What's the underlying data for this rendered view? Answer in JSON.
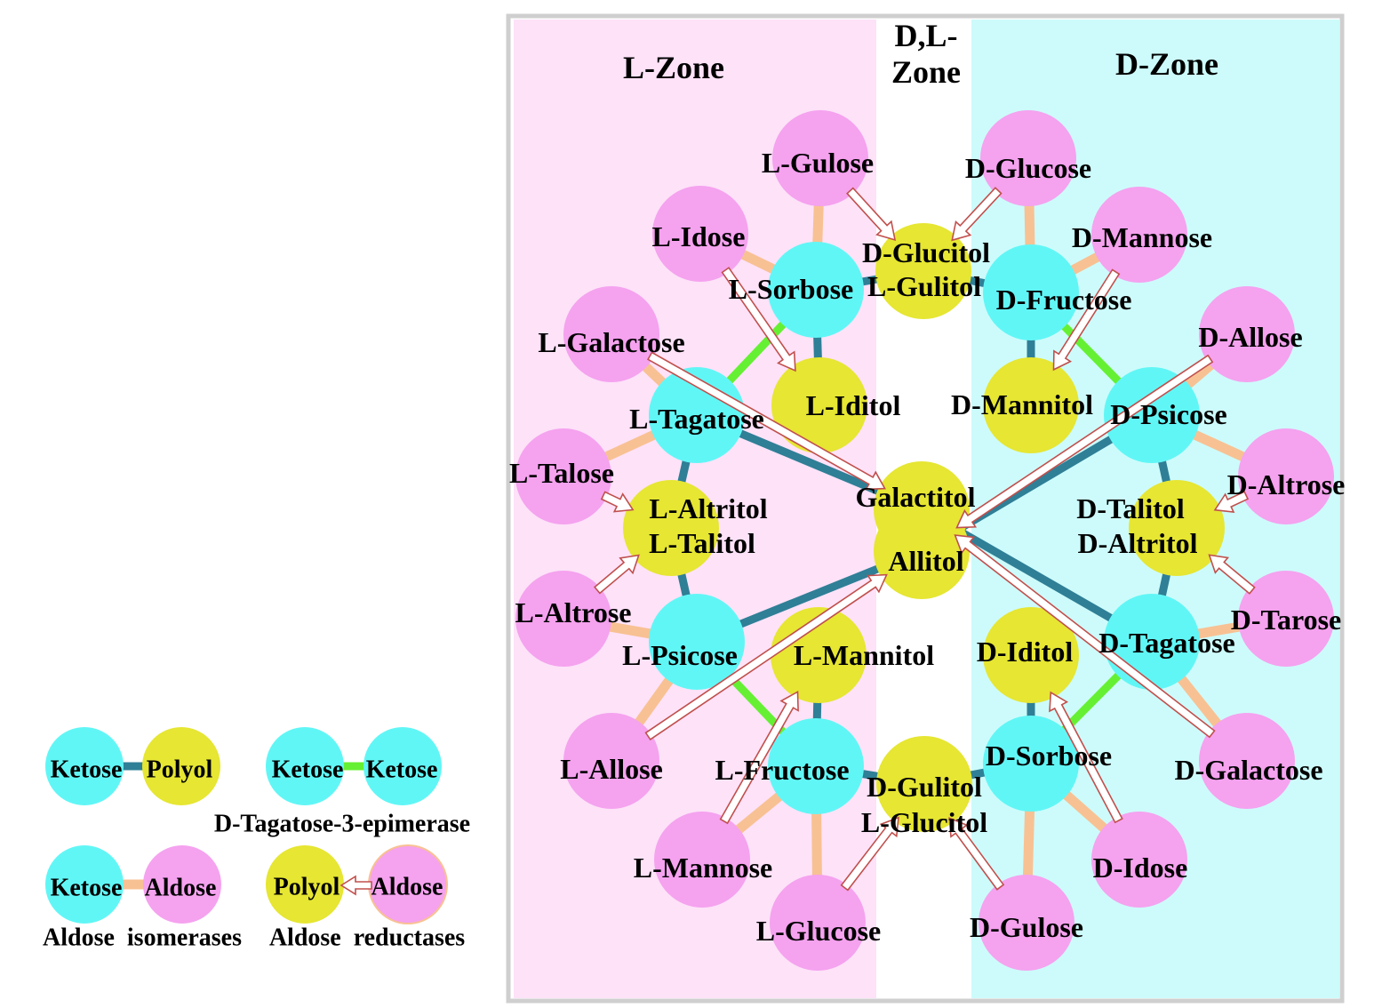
{
  "zones": {
    "l_zone": "L-Zone",
    "dl_zone": [
      "D,L-",
      "Zone"
    ],
    "d_zone": "D-Zone"
  },
  "diagram": {
    "colors": {
      "aldose": "#f5a2ef",
      "ketose": "#61f6f6",
      "polyol": "#e6e633",
      "l_zone": "#fde2f8",
      "d_zone": "#cdfbfb",
      "frame": "#cfcfcf",
      "ketose_polyol": "#2f7f96",
      "epimerase": "#66f033",
      "isomerase": "#f8c193",
      "reductase": "#c0504d"
    },
    "aldoses": [
      "L-Gulose",
      "L-Idose",
      "L-Galactose",
      "L-Talose",
      "L-Altrose",
      "L-Allose",
      "L-Mannose",
      "L-Glucose",
      "D-Glucose",
      "D-Mannose",
      "D-Allose",
      "D-Altrose",
      "D-Tarose",
      "D-Galactose",
      "D-Idose",
      "D-Gulose"
    ],
    "ketoses": [
      "L-Sorbose",
      "D-Fructose",
      "L-Tagatose",
      "D-Psicose",
      "L-Psicose",
      "D-Tagatose",
      "L-Fructose",
      "D-Sorbose"
    ],
    "polyols": [
      [
        "D-Glucitol",
        "L-Gulitol"
      ],
      [
        "L-Iditol"
      ],
      [
        "D-Mannitol"
      ],
      [
        "L-Altritol",
        "L-Talitol"
      ],
      [
        "Galactitol"
      ],
      [
        "Allitol"
      ],
      [
        "D-Talitol",
        "D-Altritol"
      ],
      [
        "L-Mannitol"
      ],
      [
        "D-Iditol"
      ],
      [
        "D-Gulitol",
        "L-Glucitol"
      ]
    ],
    "ketose_polyol_edges": [
      [
        "L-Sorbose",
        "D-Glucitol"
      ],
      [
        "L-Sorbose",
        "L-Iditol"
      ],
      [
        "D-Fructose",
        "D-Glucitol"
      ],
      [
        "D-Fructose",
        "D-Mannitol"
      ],
      [
        "L-Tagatose",
        "L-Altritol"
      ],
      [
        "L-Tagatose",
        "Galactitol"
      ],
      [
        "D-Psicose",
        "D-Talitol"
      ],
      [
        "D-Psicose",
        "Allitol"
      ],
      [
        "L-Psicose",
        "L-Altritol"
      ],
      [
        "L-Psicose",
        "Allitol"
      ],
      [
        "D-Tagatose",
        "D-Talitol"
      ],
      [
        "D-Tagatose",
        "Galactitol"
      ],
      [
        "L-Fructose",
        "L-Mannitol"
      ],
      [
        "L-Fructose",
        "D-Gulitol"
      ],
      [
        "D-Sorbose",
        "D-Iditol"
      ],
      [
        "D-Sorbose",
        "D-Gulitol"
      ]
    ],
    "epimerase_edges": [
      [
        "L-Sorbose",
        "L-Tagatose"
      ],
      [
        "D-Fructose",
        "D-Psicose"
      ],
      [
        "L-Psicose",
        "L-Fructose"
      ],
      [
        "D-Tagatose",
        "D-Sorbose"
      ]
    ],
    "isomerase_edges": [
      [
        "L-Sorbose",
        "L-Gulose"
      ],
      [
        "L-Sorbose",
        "L-Idose"
      ],
      [
        "D-Fructose",
        "D-Glucose"
      ],
      [
        "D-Fructose",
        "D-Mannose"
      ],
      [
        "L-Tagatose",
        "L-Galactose"
      ],
      [
        "L-Tagatose",
        "L-Talose"
      ],
      [
        "D-Psicose",
        "D-Allose"
      ],
      [
        "D-Psicose",
        "D-Altrose"
      ],
      [
        "L-Psicose",
        "L-Altrose"
      ],
      [
        "L-Psicose",
        "L-Allose"
      ],
      [
        "D-Tagatose",
        "D-Tarose"
      ],
      [
        "D-Tagatose",
        "D-Galactose"
      ],
      [
        "L-Fructose",
        "L-Mannose"
      ],
      [
        "L-Fructose",
        "L-Glucose"
      ],
      [
        "D-Sorbose",
        "D-Idose"
      ],
      [
        "D-Sorbose",
        "D-Gulose"
      ]
    ],
    "reductase_arrows": [
      [
        "L-Gulose",
        "D-Glucitol"
      ],
      [
        "D-Glucose",
        "D-Glucitol"
      ],
      [
        "L-Idose",
        "L-Iditol"
      ],
      [
        "D-Mannose",
        "D-Mannitol"
      ],
      [
        "L-Galactose",
        "Galactitol"
      ],
      [
        "D-Allose",
        "Allitol"
      ],
      [
        "L-Talose",
        "L-Altritol"
      ],
      [
        "D-Altrose",
        "D-Talitol"
      ],
      [
        "L-Altrose",
        "L-Altritol"
      ],
      [
        "D-Tarose",
        "D-Talitol"
      ],
      [
        "L-Allose",
        "Allitol"
      ],
      [
        "D-Galactose",
        "Galactitol"
      ],
      [
        "L-Mannose",
        "L-Mannitol"
      ],
      [
        "D-Idose",
        "D-Iditol"
      ],
      [
        "L-Glucose",
        "D-Gulitol"
      ],
      [
        "D-Gulose",
        "D-Gulitol"
      ]
    ]
  },
  "legend": {
    "ketose_polyol": {
      "left": "Ketose",
      "right": "Polyol"
    },
    "epimerase": {
      "left": "Ketose",
      "right": "Ketose",
      "caption": "D-Tagatose-3-epimerase"
    },
    "isomerase": {
      "left": "Ketose",
      "right": "Aldose",
      "caption": "Aldose  isomerases"
    },
    "reductase": {
      "left": "Polyol",
      "right": "Aldose",
      "caption": "Aldose  reductases"
    }
  }
}
